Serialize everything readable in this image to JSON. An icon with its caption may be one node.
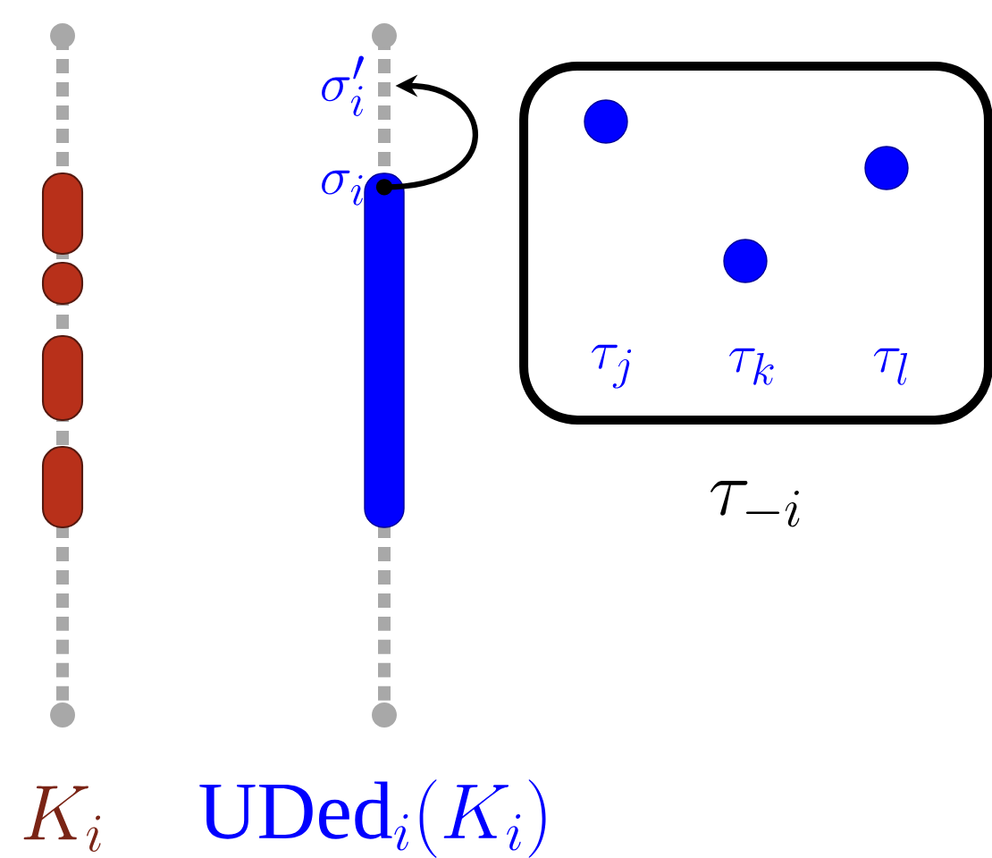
{
  "diagram": {
    "nodes": [
      {
        "text": [
          "\\tau_{-i}"
        ]
      },
      {
        "text": [],
        "shape": "circle",
        "in": 0
      },
      {
        "text": [],
        "shape": "circle",
        "in": 0
      },
      {
        "text": [],
        "shape": "circle",
        "in": 0
      },
      {
        "text": [
          "\\sigma_i'"
        ]
      },
      {
        "text": [],
        "shape": "bar",
        "beside": [
          "\\sigma_i"
        ]
      }
    ],
    "edges": [
      {
        "from": 5,
        "to": 4,
        "arrow": "to"
      }
    ],
    "labels": [
      "\\tau_j",
      "\\tau_k",
      "\\tau_l",
      "K_i",
      "\\mathrm{UDed}_i(K_i)"
    ]
  }
}
